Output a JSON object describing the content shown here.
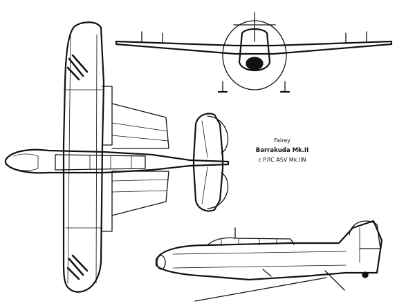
{
  "caption": {
    "maker": "Fairey",
    "model": "Barrakuda Mk.II",
    "radar": "с РЛС ASV Mk.IIN"
  }
}
